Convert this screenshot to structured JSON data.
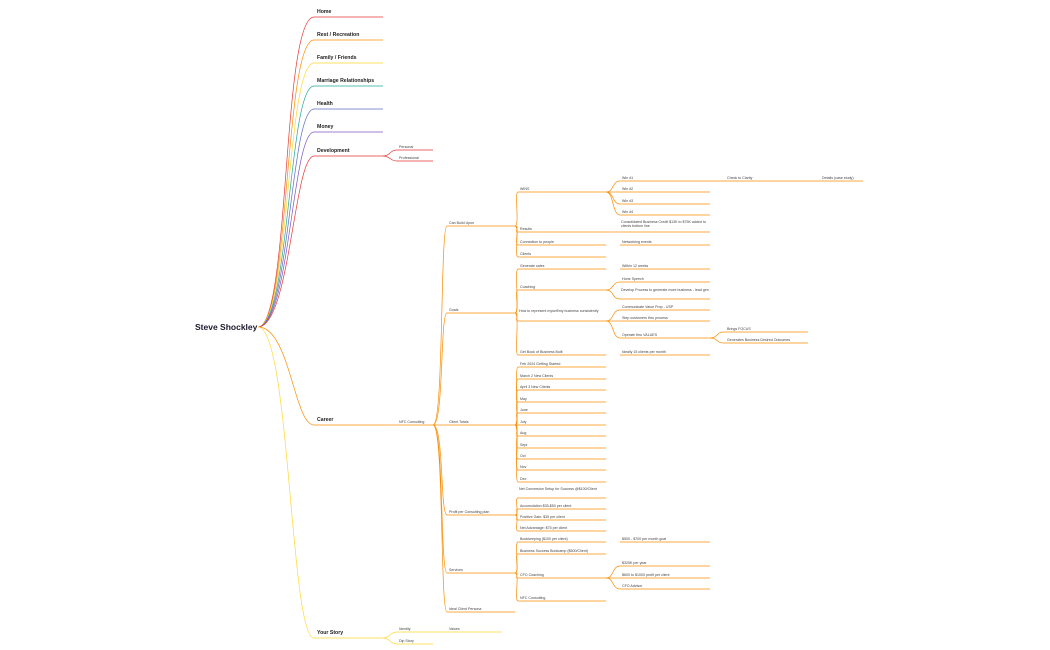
{
  "root": {
    "label": "Steve Shockley"
  },
  "branches": [
    {
      "id": "home",
      "label": "Home",
      "color": "#e53935"
    },
    {
      "id": "rest",
      "label": "Rest / Recreation",
      "color": "#fb8c00"
    },
    {
      "id": "family",
      "label": "Family / Friends",
      "color": "#fdd835"
    },
    {
      "id": "marriage",
      "label": "Marriage Relationships",
      "color": "#26a69a"
    },
    {
      "id": "health",
      "label": "Health",
      "color": "#5c6bc0"
    },
    {
      "id": "money",
      "label": "Money",
      "color": "#7e57c2"
    },
    {
      "id": "development",
      "label": "Development",
      "color": "#e53935",
      "children": [
        "Personal",
        "Professional"
      ]
    },
    {
      "id": "career",
      "label": "Career",
      "color": "#fb8c00"
    },
    {
      "id": "story",
      "label": "Your Story",
      "color": "#fdd835",
      "children": [
        "Identity",
        "Dip Story"
      ]
    }
  ],
  "career": {
    "company": "NFC Consulting",
    "can_build_upon": {
      "label": "Can Build Upon",
      "wins": {
        "label": "WINS",
        "items": [
          "Win #1",
          "Win #2",
          "Win #3",
          "Win #4"
        ],
        "win1_child": "Check to Clarity",
        "win1_grandchild": "Details (case study)"
      },
      "results": {
        "label": "Results",
        "child": "Consolidated Business Credit $13K to $75K added to clients bottom line"
      },
      "connection": {
        "label": "Connection to people",
        "child": "Networking events"
      },
      "clients": "Clients"
    },
    "goals": {
      "label": "Goals",
      "generate_sales": {
        "label": "Generate sales",
        "child": "Within 12 weeks"
      },
      "coaching": {
        "label": "Coaching",
        "children": [
          "Hone Speech",
          "Develop Process to generate more business - lead gen"
        ]
      },
      "represent": {
        "label": "How to represent myself/my business consistently",
        "children": [
          "Communicate Value Prop - USP",
          "Step customers thru process",
          "Operate thru VALUES"
        ],
        "values_children": [
          "Brings FOCUS",
          "Generates Business Desired Outcomes"
        ]
      },
      "book": {
        "label": "Get Book of Business Built",
        "child": "Ideally 15 clients per month"
      }
    },
    "client_totals": {
      "label": "Client Totals",
      "items": [
        "Feb 2024 Getting Started",
        "March 2 New Clients",
        "April 3 New Clients",
        "May",
        "June",
        "July",
        "Aug",
        "Sept",
        "Oct",
        "Nov",
        "Dec"
      ]
    },
    "profit": {
      "label": "Profit per Consulting plan",
      "items": [
        "Net Conversion Setup for Success @$100/Client",
        "Accumulation $35-$50 per client",
        "Positive Gain: $35 per client",
        "Net Advantage: $75 per client"
      ]
    },
    "services": {
      "label": "Services",
      "bookkeeping": {
        "label": "Bookkeeping ($100 per client)",
        "child": "$500 - $700 per month goal"
      },
      "bootcamp": "Business Success Bootcamp ($500/Client)",
      "cfo": {
        "label": "CFO Coaching",
        "children": [
          "$325K per year",
          "$600 to $1000 profit per client",
          "CFO Advisor"
        ]
      },
      "nfc": "NFC Consulting"
    },
    "persona": "Ideal Client Persona"
  },
  "story": {
    "identity_child": "Values"
  }
}
